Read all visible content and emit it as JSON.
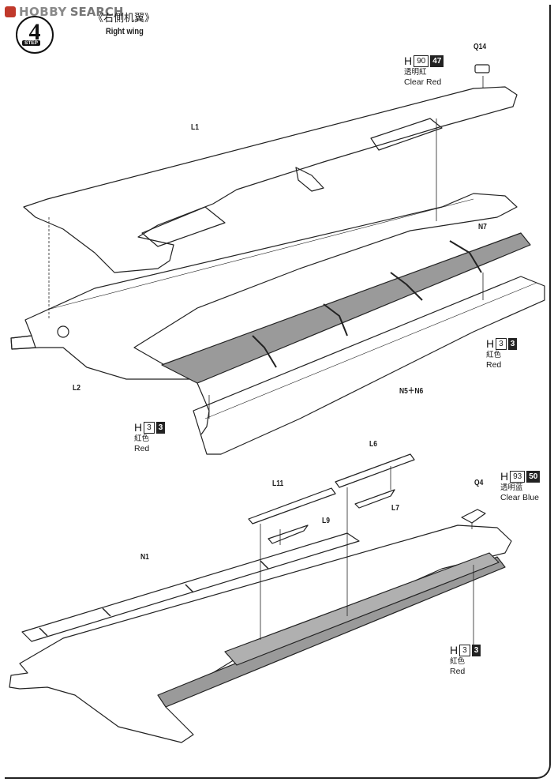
{
  "watermark": {
    "brand_a": "HOBBY",
    "brand_b": "SEARCH"
  },
  "step": {
    "number": "4",
    "label": "STEP"
  },
  "title": {
    "cn": "《右側机翼》",
    "en": "Right wing"
  },
  "parts": {
    "q14": "Q14",
    "l1": "L1",
    "l2": "L2",
    "n7": "N7",
    "n5n6": "N5＋N6",
    "l6": "L6",
    "l11": "L11",
    "l9": "L9",
    "l7": "L7",
    "q4": "Q4",
    "n1": "N1"
  },
  "paints": [
    {
      "h": "H",
      "a": "90",
      "b": "47",
      "cn": "透明紅",
      "en": "Clear Red"
    },
    {
      "h": "H",
      "a": "3",
      "b": "3",
      "cn": "紅色",
      "en": "Red"
    },
    {
      "h": "H",
      "a": "3",
      "b": "3",
      "cn": "紅色",
      "en": "Red"
    },
    {
      "h": "H",
      "a": "93",
      "b": "50",
      "cn": "透明蓝",
      "en": "Clear Blue"
    },
    {
      "h": "H",
      "a": "3",
      "b": "3",
      "cn": "紅色",
      "en": "Red"
    }
  ]
}
